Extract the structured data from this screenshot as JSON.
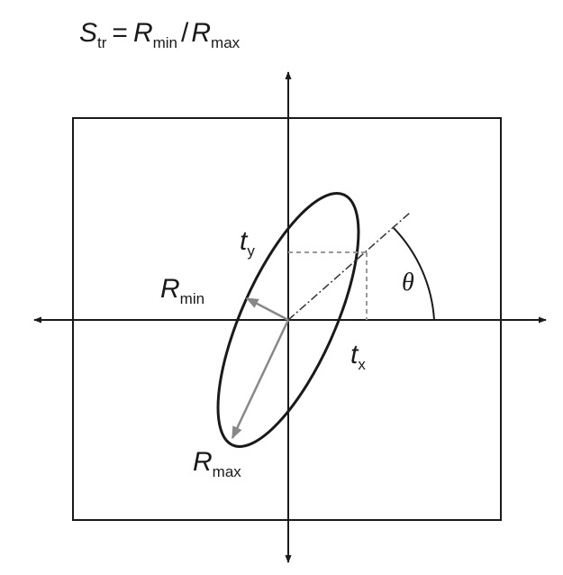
{
  "formula": {
    "s_symbol": "S",
    "s_sub": "tr",
    "equals": "=",
    "rmin_symbol": "R",
    "rmin_sub": "min",
    "slash": "/",
    "rmax_symbol": "R",
    "rmax_sub": "max"
  },
  "labels": {
    "ty_symbol": "t",
    "ty_sub": "y",
    "tx_symbol": "t",
    "tx_sub": "x",
    "rmin_symbol": "R",
    "rmin_sub": "min",
    "rmax_symbol": "R",
    "rmax_sub": "max",
    "theta": "θ"
  },
  "colors": {
    "line": "#1a1a1a",
    "arrow": "#777777",
    "dashed": "#999999"
  }
}
